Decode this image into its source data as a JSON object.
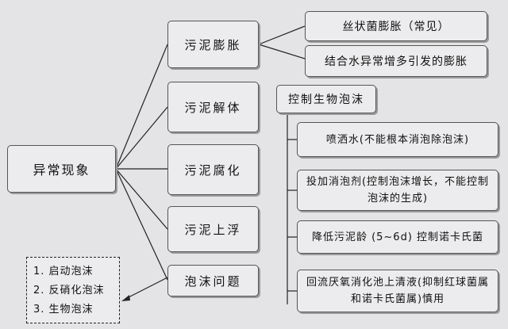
{
  "root": {
    "label": "异常现象"
  },
  "categories": [
    {
      "label": "污泥膨胀"
    },
    {
      "label": "污泥解体"
    },
    {
      "label": "污泥腐化"
    },
    {
      "label": "污泥上浮"
    },
    {
      "label": "泡沫问题"
    }
  ],
  "bulking_causes": [
    {
      "label": "丝状菌膨胀（常见）"
    },
    {
      "label": "结合水异常增多引发的膨胀"
    }
  ],
  "foam_control": {
    "title": "控制生物泡沫",
    "measures": [
      {
        "label": "喷洒水(不能根本消泡除泡沫)"
      },
      {
        "label": "投加消泡剂(控制泡沫增长，不能控制泡沫的生成)"
      },
      {
        "label": "降低污泥龄 (5~6d) 控制诺卡氏菌"
      },
      {
        "label": "回流厌氧消化池上清液(抑制红球菌属和诺卡氏菌属)慎用"
      }
    ]
  },
  "foam_types": [
    {
      "label": "1. 启动泡沫"
    },
    {
      "label": "2. 反硝化泡沫"
    },
    {
      "label": "3. 生物泡沫"
    }
  ]
}
